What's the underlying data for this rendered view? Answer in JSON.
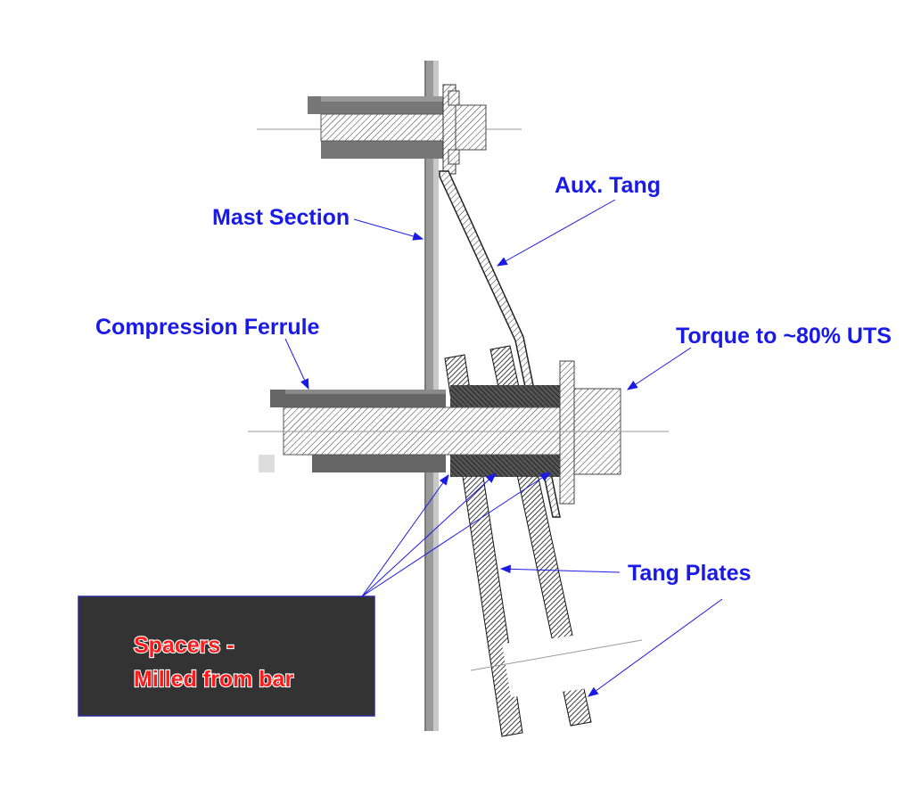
{
  "labels": {
    "mast_section": "Mast Section",
    "aux_tang": "Aux. Tang",
    "compression_ferrule": "Compression Ferrule",
    "torque": "Torque to ~80% UTS",
    "tang_plates": "Tang Plates",
    "spacers_line1": "Spacers -",
    "spacers_line2": "Milled from bar"
  },
  "colors": {
    "label_blue": "#1a1ae6",
    "spacer_red": "#ff1a1a",
    "callout_box": "#333333",
    "box_border": "#2a2a9a"
  }
}
